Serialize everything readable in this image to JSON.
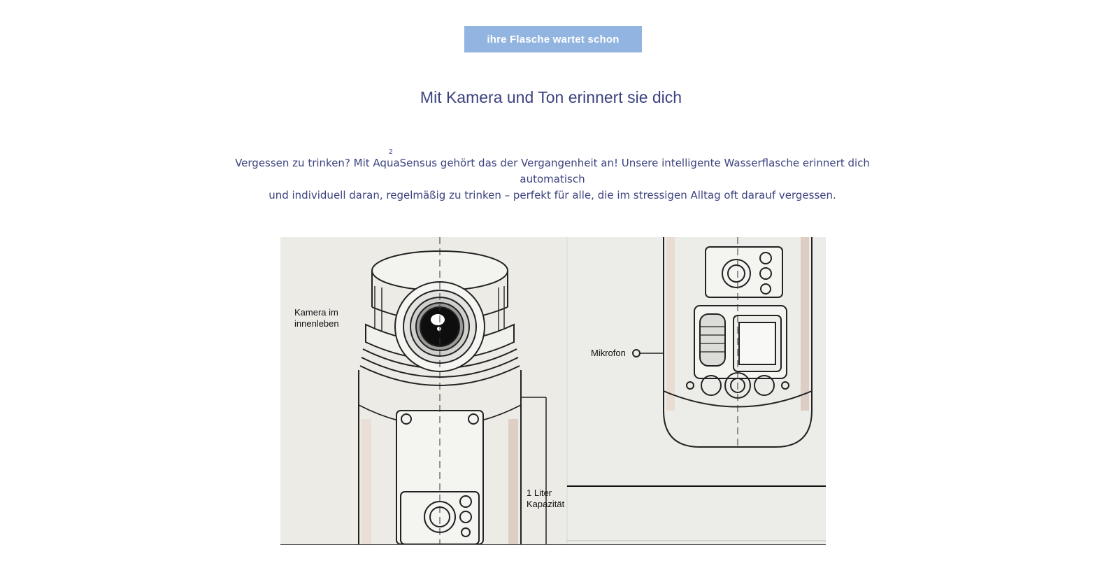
{
  "cta": {
    "label": "ihre Flasche wartet schon"
  },
  "section": {
    "headline": "Mit Kamera und Ton erinnert sie dich",
    "superscript": "2",
    "paragraph_line1": "Vergessen zu trinken? Mit AquaSensus gehört das der Vergangenheit an! Unsere intelligente Wasserflasche erinnert dich automatisch",
    "paragraph_line2": "und individuell daran, regelmäßig zu trinken – perfekt für alle, die im stressigen Alltag oft darauf vergessen."
  },
  "illustration": {
    "label_camera_line1": "Kamera im",
    "label_camera_line2": "innenleben",
    "label_capacity_line1": "1 Liter",
    "label_capacity_line2": "Kapazität",
    "label_mic": "Mikrofon"
  },
  "colors": {
    "accent_button": "#92b4e0",
    "text_primary": "#3c437f",
    "illustration_bg": "#ebebe7"
  }
}
